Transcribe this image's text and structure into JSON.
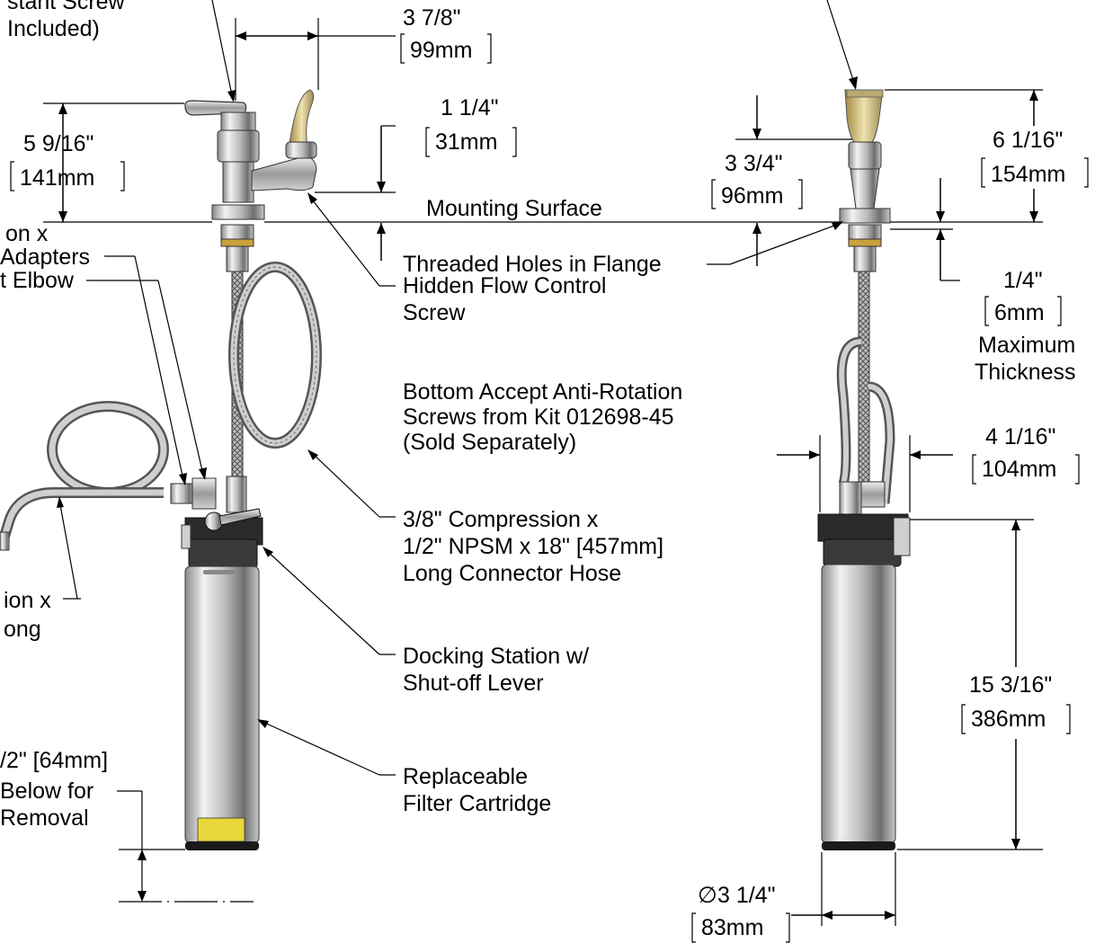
{
  "dimensions": {
    "handle_offset_in": "3 7/8\"",
    "handle_offset_mm": "99mm",
    "spout_drop_in": "1 1/4\"",
    "spout_drop_mm": "31mm",
    "left_height_in": "5 9/16\"",
    "left_height_mm": "141mm",
    "right_height_in": "6 1/16\"",
    "right_height_mm": "154mm",
    "cap_drop_in": "3 3/4\"",
    "cap_drop_mm": "96mm",
    "max_thickness_in": "1/4\"",
    "max_thickness_mm": "6mm",
    "bracket_width_in": "4 1/16\"",
    "bracket_width_mm": "104mm",
    "filter_height_in": "15 3/16\"",
    "filter_height_mm": "386mm",
    "diameter_in": "3 1/4\"",
    "diameter_mm": "83mm",
    "diameter_symbol": "∅"
  },
  "labels": {
    "screw_top_1": "stant Screw",
    "screw_top_2": "Included)",
    "mounting_surface": "Mounting Surface",
    "hidden_flow_1": "Hidden Flow Control",
    "hidden_flow_2": "Screw",
    "max_1": "Maximum",
    "max_2": "Thickness",
    "elbow": "t Elbow",
    "adapters_1": "on x",
    "adapters_2": "Adapters",
    "threaded_1": "Threaded Holes in Flange",
    "threaded_2": "Bottom Accept Anti-Rotation",
    "threaded_3": "Screws from Kit 012698-45",
    "threaded_4": "(Sold Separately)",
    "hose_1": "3/8\" Compression x",
    "hose_2": "1/2\" NPSM x 18\" [457mm]",
    "hose_3": "Long Connector Hose",
    "outlet_1": "ion x",
    "outlet_2": "ong",
    "docking_1": "Docking Station w/",
    "docking_2": "Shut-off Lever",
    "cartridge_1": "Replaceable",
    "cartridge_2": "Filter Cartridge",
    "clearance_1": "/2\" [64mm]",
    "clearance_2": "Below for",
    "clearance_3": "Removal"
  },
  "colors": {
    "steel_light": "#e6e6e6",
    "steel_dark": "#6e6e6e",
    "filter_head": "#2a2a2a",
    "brass": "#c9a23c",
    "handle_tint": "#d8cfa0"
  }
}
